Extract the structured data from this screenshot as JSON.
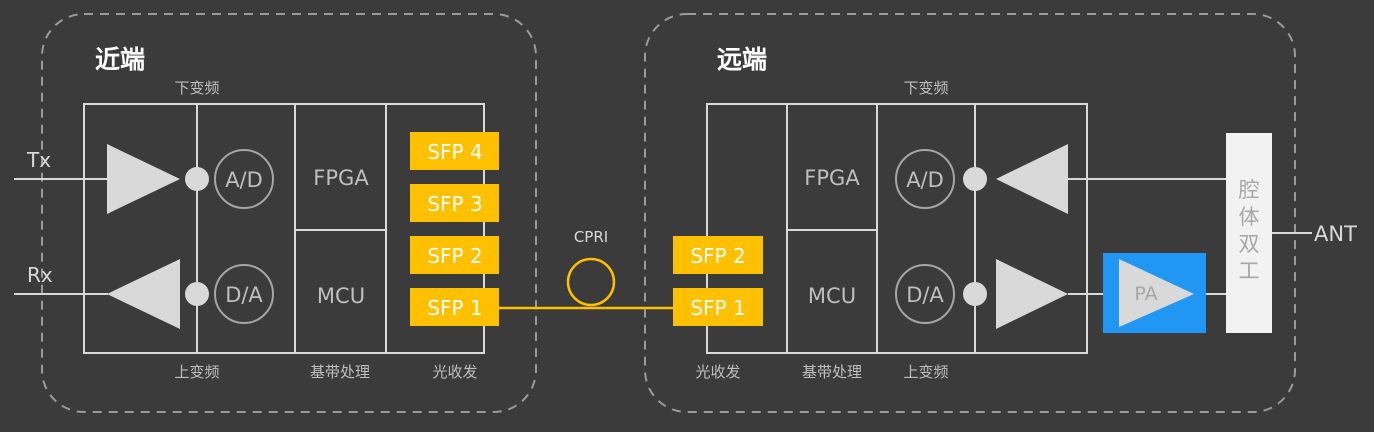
{
  "near_end": {
    "title": "近端",
    "top_label": "下变频",
    "bottom_labels": {
      "upconv": "上变频",
      "baseband": "基带处理",
      "optical": "光收发"
    },
    "signals": {
      "tx": "Tx",
      "rx": "Rx"
    },
    "converters": {
      "ad": "A/D",
      "da": "D/A"
    },
    "fpga": "FPGA",
    "mcu": "MCU",
    "sfp": [
      "SFP 4",
      "SFP 3",
      "SFP 2",
      "SFP 1"
    ]
  },
  "link": {
    "label": "CPRI"
  },
  "far_end": {
    "title": "远端",
    "top_label": "下变频",
    "bottom_labels": {
      "optical": "光收发",
      "baseband": "基带处理",
      "upconv": "上变频"
    },
    "sfp": [
      "SFP 2",
      "SFP 1"
    ],
    "fpga": "FPGA",
    "mcu": "MCU",
    "converters": {
      "ad": "A/D",
      "da": "D/A"
    },
    "pa": "PA",
    "duplexer": [
      "腔",
      "体",
      "双",
      "工"
    ],
    "antenna": "ANT"
  },
  "colors": {
    "background": "#3b3b3b",
    "sfp": "#ffc000",
    "pa": "#2196f3",
    "line": "#d9d9d9",
    "dashed_border": "#9a9a9a",
    "duplexer": "#f2f2f2"
  }
}
